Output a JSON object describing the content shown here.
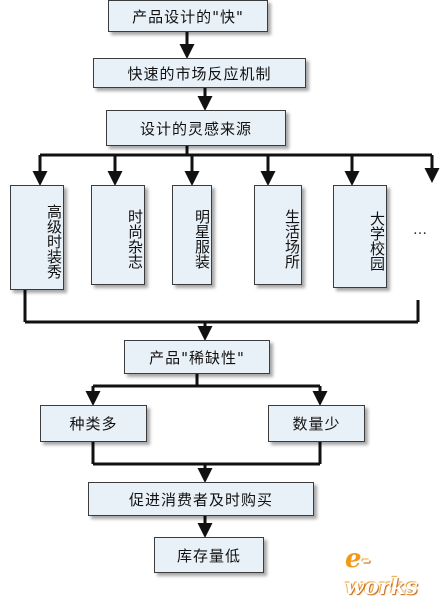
{
  "flow": {
    "top": "产品设计的\"快\"",
    "market": "快速的市场反应机制",
    "inspiration": "设计的灵感来源",
    "sources": [
      "高级时装秀",
      "时尚杂志",
      "明星服装",
      "生活场所",
      "大学校园"
    ],
    "more": "…",
    "scarcity": "产品\"稀缺性\"",
    "variety": "种类多",
    "quantity": "数量少",
    "promote": "促进消费者及时购买",
    "inventory": "库存量低"
  },
  "logo": {
    "prefix": "e",
    "rest": "-works"
  },
  "colors": {
    "box_fill": "#e9f1f8",
    "line": "#111111",
    "logo": "#f29a18"
  }
}
